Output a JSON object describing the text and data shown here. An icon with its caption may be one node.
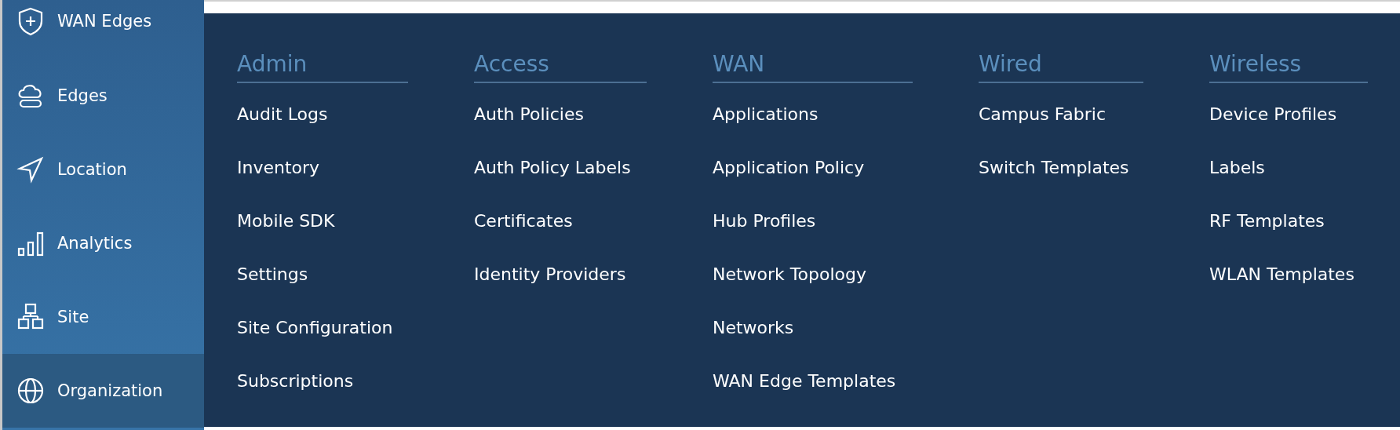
{
  "diagram": {
    "nodes": [
      {
        "text": [],
        "shape": "box"
      },
      {
        "text": [
          "WAN Edges"
        ],
        "in": 0
      },
      {
        "text": [
          "Edges"
        ],
        "in": 0
      },
      {
        "text": [
          "Location"
        ],
        "in": 0
      },
      {
        "text": [
          "Analytics"
        ],
        "in": 0
      },
      {
        "text": [
          "Site"
        ],
        "in": 0
      },
      {
        "text": [
          "Organization"
        ],
        "in": 0
      },
      {
        "text": [],
        "shape": "box"
      },
      {
        "text": [
          "Admin",
          "Audit Logs",
          "Inventory",
          "Mobile SDK",
          "Settings",
          "Site Configuration",
          "Subscriptions"
        ],
        "in": 7
      },
      {
        "text": [
          "Access",
          "Auth Policies",
          "Auth Policy Labels",
          "Certificates",
          "Identity Providers"
        ],
        "in": 7
      },
      {
        "text": [
          "WAN",
          "Applications",
          "Application Policy",
          "Hub Profiles",
          "Network Topology",
          "Networks",
          "WAN Edge Templates"
        ],
        "in": 7
      },
      {
        "text": [
          "Wired",
          "Campus Fabric",
          "Switch Templates"
        ],
        "in": 7
      },
      {
        "text": [
          "Wireless",
          "Device Profiles",
          "Labels",
          "RF Templates",
          "WLAN Templates"
        ],
        "in": 7
      }
    ],
    "edges": []
  }
}
